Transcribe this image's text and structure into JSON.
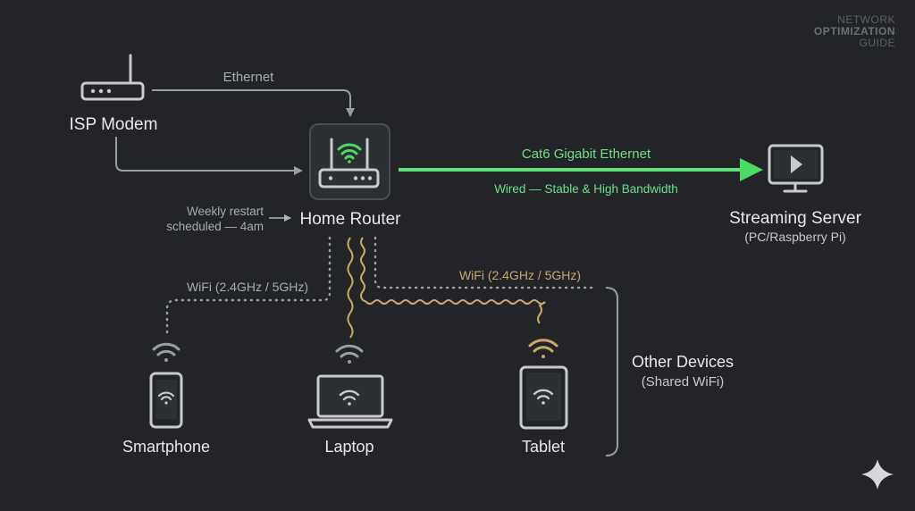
{
  "brand": {
    "line1": "NETWORK",
    "line2": "OPTIMIZATION",
    "line3": "GUIDE"
  },
  "colors": {
    "background": "#222428",
    "wired": "#4cd964",
    "wifi_gold": "#c9a86a",
    "wifi_gray": "#9a9da3",
    "text": "#e8e8e8"
  },
  "nodes": {
    "modem": {
      "label": "ISP Modem",
      "icon": "modem-icon"
    },
    "router": {
      "label": "Home Router",
      "icon": "router-icon"
    },
    "server": {
      "label": "Streaming Server",
      "sublabel": "(PC/Raspberry Pi)",
      "icon": "monitor-play-icon"
    },
    "smartphone": {
      "label": "Smartphone",
      "icon": "smartphone-icon"
    },
    "laptop": {
      "label": "Laptop",
      "icon": "laptop-icon"
    },
    "tablet": {
      "label": "Tablet",
      "icon": "tablet-icon"
    }
  },
  "links": {
    "ethernet": "Ethernet",
    "cat6": "Cat6 Gigabit Ethernet",
    "cat6_sub": "Wired — Stable & High Bandwidth",
    "wifi_left": "WiFi (2.4GHz / 5GHz)",
    "wifi_right": "WiFi (2.4GHz / 5GHz)"
  },
  "notes": {
    "restart_line1": "Weekly restart",
    "restart_line2": "scheduled — 4am"
  },
  "group": {
    "label": "Other Devices",
    "sublabel": "(Shared WiFi)"
  }
}
